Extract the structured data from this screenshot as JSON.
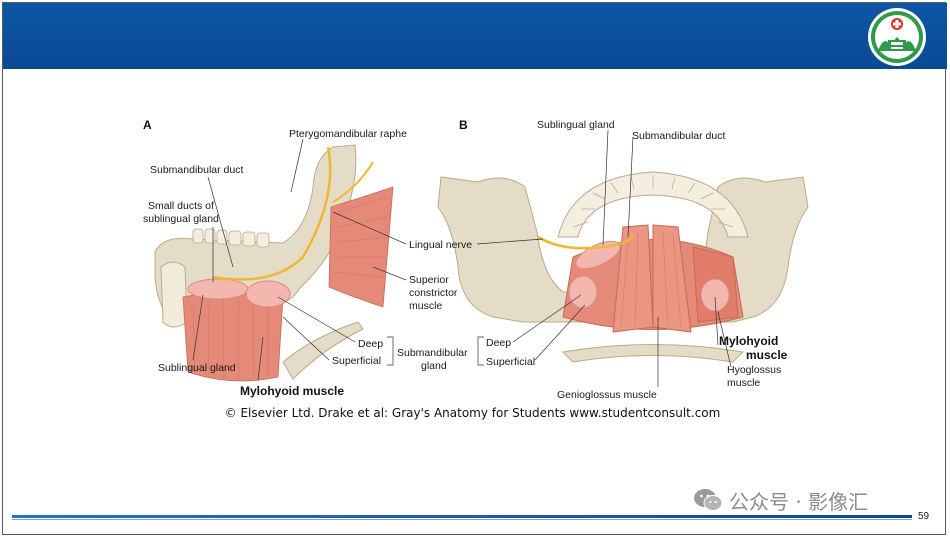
{
  "figure": {
    "panel_a": "A",
    "panel_b": "B",
    "labels_a": {
      "pterygomandibular_raphe": "Pterygomandibular raphe",
      "submandibular_duct": "Submandibular duct",
      "small_ducts_line1": "Small ducts of",
      "small_ducts_line2": "sublingual gland",
      "lingual_nerve": "Lingual nerve",
      "superior_constrictor_line1": "Superior",
      "superior_constrictor_line2": "constrictor",
      "superior_constrictor_line3": "muscle",
      "sublingual_gland": "Sublingual gland",
      "mylohyoid_muscle": "Mylohyoid muscle",
      "deep": "Deep",
      "superficial": "Superficial"
    },
    "labels_center": {
      "submandibular_line1": "Submandibular",
      "submandibular_line2": "gland"
    },
    "labels_b": {
      "sublingual_gland": "Sublingual gland",
      "submandibular_duct": "Submandibular duct",
      "deep": "Deep",
      "superficial": "Superficial",
      "mylohyoid_line1": "Mylohyoid",
      "mylohyoid_line2": "muscle",
      "hyoglossus_line1": "Hyoglossus",
      "hyoglossus_line2": "muscle",
      "genioglossus_muscle": "Genioglossus muscle"
    },
    "copyright": "© Elsevier Ltd. Drake et al: Gray's Anatomy for Students www.studentconsult.com"
  },
  "footer": {
    "page_number": "59",
    "watermark": "公众号 · 影像汇"
  },
  "colors": {
    "header": "#0a4a93",
    "bone": "#e4dcc6",
    "muscle": "#e58a78",
    "nerve": "#f0b830",
    "gland": "#f3b7b0"
  }
}
